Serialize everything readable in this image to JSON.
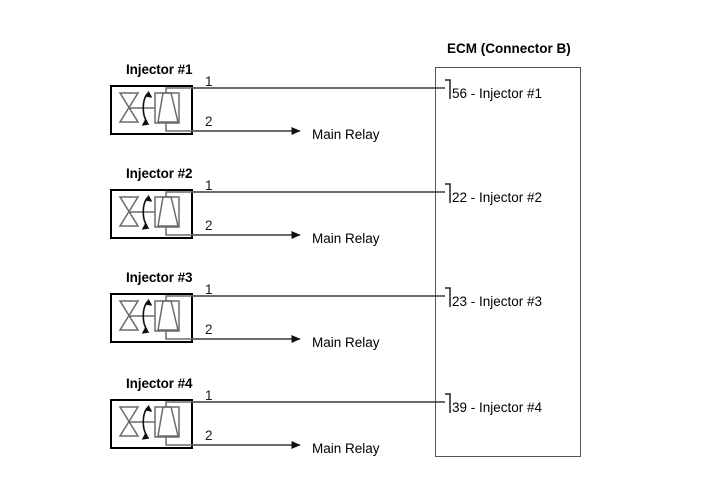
{
  "diagram": {
    "title_ecm": "ECM (Connector B)",
    "pin_label_1": "1",
    "pin_label_2": "2",
    "relay_label": "Main Relay",
    "colors": {
      "line": "#3a3a3a",
      "box_border": "#000000",
      "ecm_border": "#555555",
      "text": "#000000",
      "background": "#ffffff"
    },
    "injectors": [
      {
        "title": "Injector #1",
        "pin1": "1",
        "pin2": "2",
        "relay": "Main Relay",
        "ecm_pin_number": "56",
        "ecm_pin_text": "56 - Injector #1"
      },
      {
        "title": "Injector #2",
        "pin1": "1",
        "pin2": "2",
        "relay": "Main Relay",
        "ecm_pin_number": "22",
        "ecm_pin_text": "22 - Injector #2"
      },
      {
        "title": "Injector #3",
        "pin1": "1",
        "pin2": "2",
        "relay": "Main Relay",
        "ecm_pin_number": "23",
        "ecm_pin_text": "23 - Injector #3"
      },
      {
        "title": "Injector #4",
        "pin1": "1",
        "pin2": "2",
        "relay": "Main Relay",
        "ecm_pin_number": "39",
        "ecm_pin_text": "39 - Injector #4"
      }
    ]
  }
}
